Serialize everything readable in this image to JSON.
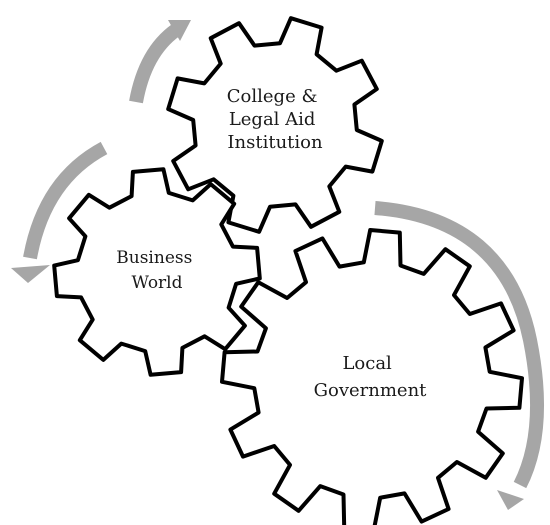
{
  "gears": [
    {
      "id": "college",
      "lines": [
        "College &",
        "Legal Aid",
        "Institution"
      ]
    },
    {
      "id": "business",
      "lines": [
        "Business",
        "World"
      ]
    },
    {
      "id": "government",
      "lines": [
        "Local",
        "Government"
      ]
    }
  ],
  "colors": {
    "gear_fill": "#ffffff",
    "gear_stroke": "#000000",
    "arrow": "#a6a6a6",
    "text": "#1a1a1a"
  }
}
